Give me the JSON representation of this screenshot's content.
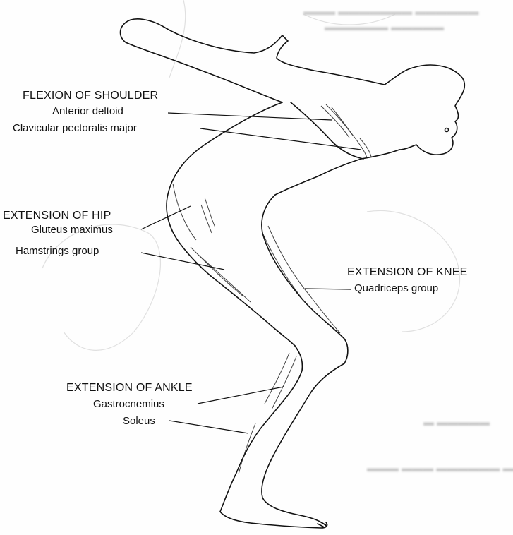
{
  "diagram": {
    "groups": [
      {
        "heading": "FLEXION OF SHOULDER",
        "muscles": [
          "Anterior deltoid",
          "Clavicular pectoralis major"
        ]
      },
      {
        "heading": "EXTENSION OF HIP",
        "muscles": [
          "Gluteus maximus",
          "Hamstrings group"
        ]
      },
      {
        "heading": "EXTENSION OF KNEE",
        "muscles": [
          "Quadriceps group"
        ]
      },
      {
        "heading": "EXTENSION OF ANKLE",
        "muscles": [
          "Gastrocnemius",
          "Soleus"
        ]
      }
    ]
  },
  "colors": {
    "ink": "#111111",
    "paper": "#fefefe",
    "bleed_through": "#c9c9c9"
  }
}
